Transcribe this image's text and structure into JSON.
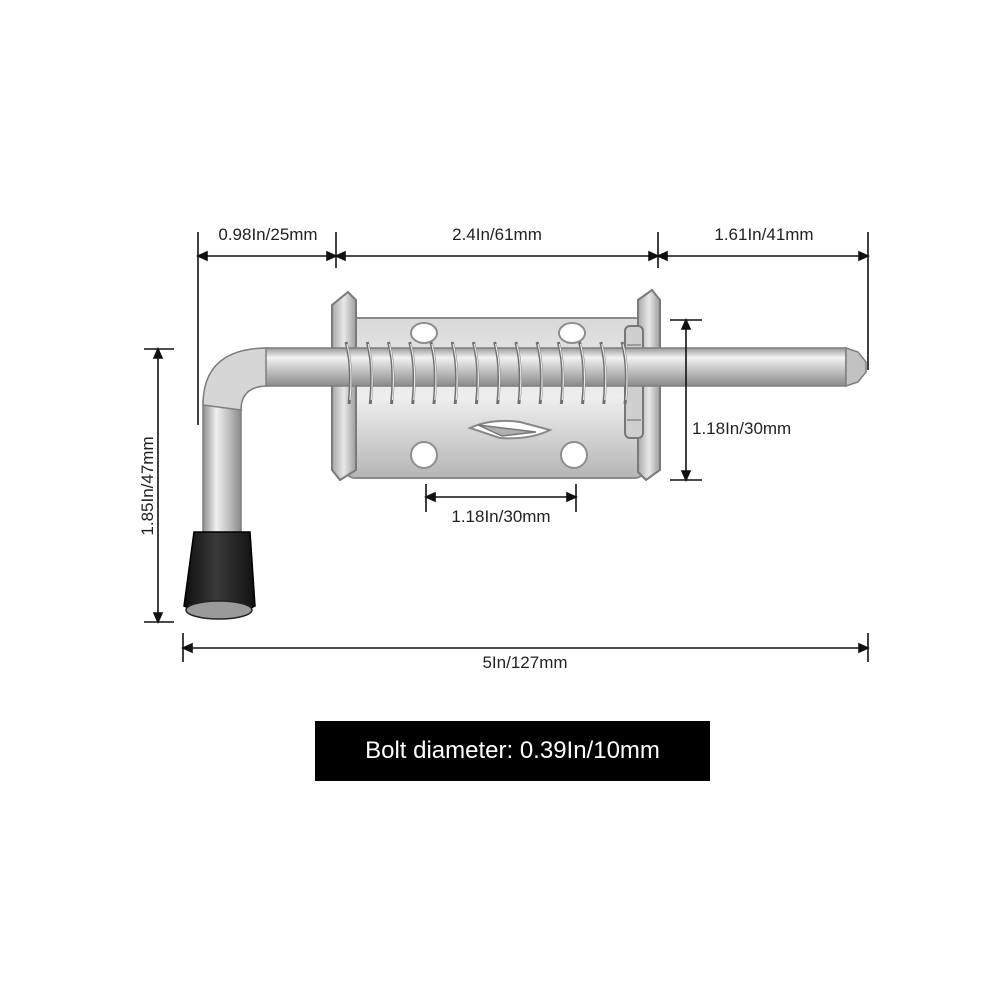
{
  "colors": {
    "background": "#ffffff",
    "dimension_line": "#111111",
    "steel_light": "#e6e6e6",
    "steel_mid": "#b9b9b9",
    "steel_dark": "#7e7e7e",
    "rubber_cap": "#1c1c1c",
    "spec_box": "#000000",
    "spec_text": "#ffffff"
  },
  "dimensions": {
    "handle_offset": "0.98In/25mm",
    "body_length": "2.4In/61mm",
    "bolt_projection": "1.61In/41mm",
    "body_height": "1.18In/30mm",
    "hole_spacing": "1.18In/30mm",
    "total_height": "1.85In/47mm",
    "total_length": "5In/127mm"
  },
  "spec": {
    "bolt_diameter": "Bolt diameter: 0.39In/10mm"
  }
}
